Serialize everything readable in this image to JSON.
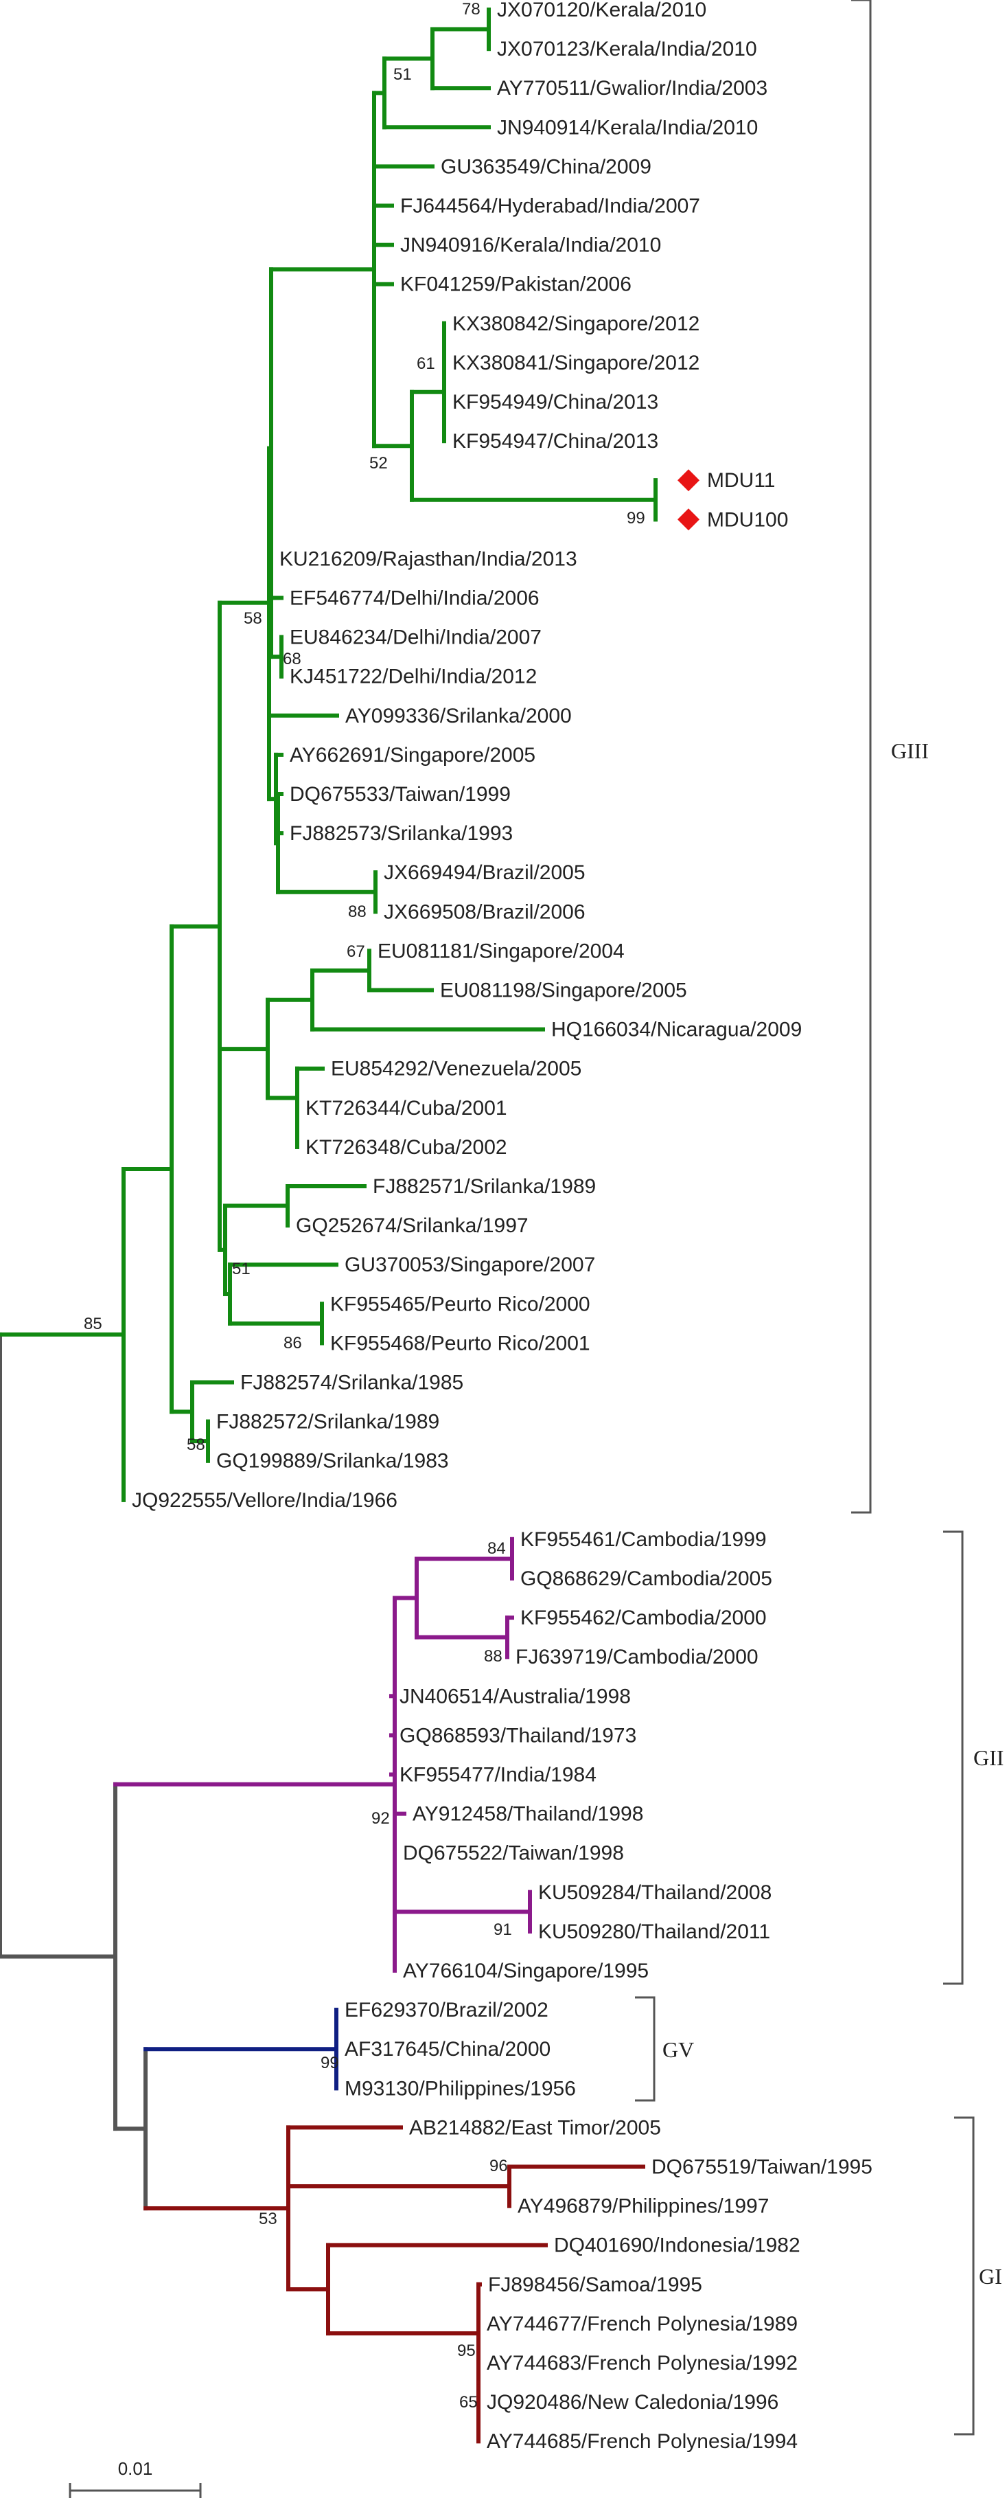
{
  "colors": {
    "GIII": "#128a12",
    "GII": "#8b1a8b",
    "GV": "#0f1f82",
    "GI": "#8b0f0f",
    "root": "#555555",
    "marker": "#e81515",
    "bracket": "#555555"
  },
  "leaves": [
    {
      "id": "l0",
      "label": "JX070120/Kerala/2010"
    },
    {
      "id": "l1",
      "label": "JX070123/Kerala/India/2010"
    },
    {
      "id": "l2",
      "label": "AY770511/Gwalior/India/2003"
    },
    {
      "id": "l3",
      "label": "JN940914/Kerala/India/2010"
    },
    {
      "id": "l4",
      "label": "GU363549/China/2009"
    },
    {
      "id": "l5",
      "label": "FJ644564/Hyderabad/India/2007"
    },
    {
      "id": "l6",
      "label": "JN940916/Kerala/India/2010"
    },
    {
      "id": "l7",
      "label": "KF041259/Pakistan/2006"
    },
    {
      "id": "l8",
      "label": "KX380842/Singapore/2012"
    },
    {
      "id": "l9",
      "label": "KX380841/Singapore/2012"
    },
    {
      "id": "l10",
      "label": "KF954949/China/2013"
    },
    {
      "id": "l11",
      "label": "KF954947/China/2013"
    },
    {
      "id": "l12",
      "label": "MDU11"
    },
    {
      "id": "l13",
      "label": "MDU100"
    },
    {
      "id": "l14",
      "label": "KU216209/Rajasthan/India/2013"
    },
    {
      "id": "l15",
      "label": "EF546774/Delhi/India/2006"
    },
    {
      "id": "l16",
      "label": "EU846234/Delhi/India/2007"
    },
    {
      "id": "l17",
      "label": "KJ451722/Delhi/India/2012"
    },
    {
      "id": "l18",
      "label": "AY099336/Srilanka/2000"
    },
    {
      "id": "l19",
      "label": "AY662691/Singapore/2005"
    },
    {
      "id": "l20",
      "label": "DQ675533/Taiwan/1999"
    },
    {
      "id": "l21",
      "label": "FJ882573/Srilanka/1993"
    },
    {
      "id": "l22",
      "label": "JX669494/Brazil/2005"
    },
    {
      "id": "l23",
      "label": "JX669508/Brazil/2006"
    },
    {
      "id": "l24",
      "label": "EU081181/Singapore/2004"
    },
    {
      "id": "l25",
      "label": "EU081198/Singapore/2005"
    },
    {
      "id": "l26",
      "label": "HQ166034/Nicaragua/2009"
    },
    {
      "id": "l27",
      "label": "EU854292/Venezuela/2005"
    },
    {
      "id": "l28",
      "label": "KT726344/Cuba/2001"
    },
    {
      "id": "l29",
      "label": "KT726348/Cuba/2002"
    },
    {
      "id": "l30",
      "label": "FJ882571/Srilanka/1989"
    },
    {
      "id": "l31",
      "label": "GQ252674/Srilanka/1997"
    },
    {
      "id": "l32",
      "label": "GU370053/Singapore/2007"
    },
    {
      "id": "l33",
      "label": "KF955465/Peurto Rico/2000"
    },
    {
      "id": "l34",
      "label": "KF955468/Peurto Rico/2001"
    },
    {
      "id": "l35",
      "label": "FJ882574/Srilanka/1985"
    },
    {
      "id": "l36",
      "label": "FJ882572/Srilanka/1989"
    },
    {
      "id": "l37",
      "label": "GQ199889/Srilanka/1983"
    },
    {
      "id": "l38",
      "label": "JQ922555/Vellore/India/1966"
    },
    {
      "id": "l39",
      "label": "KF955461/Cambodia/1999"
    },
    {
      "id": "l40",
      "label": "GQ868629/Cambodia/2005"
    },
    {
      "id": "l41",
      "label": "KF955462/Cambodia/2000"
    },
    {
      "id": "l42",
      "label": "FJ639719/Cambodia/2000"
    },
    {
      "id": "l43",
      "label": "JN406514/Australia/1998"
    },
    {
      "id": "l44",
      "label": "GQ868593/Thailand/1973"
    },
    {
      "id": "l45",
      "label": "KF955477/India/1984"
    },
    {
      "id": "l46",
      "label": "AY912458/Thailand/1998"
    },
    {
      "id": "l47",
      "label": "DQ675522/Taiwan/1998"
    },
    {
      "id": "l48",
      "label": "KU509284/Thailand/2008"
    },
    {
      "id": "l49",
      "label": "KU509280/Thailand/2011"
    },
    {
      "id": "l50",
      "label": "AY766104/Singapore/1995"
    },
    {
      "id": "l51",
      "label": "EF629370/Brazil/2002"
    },
    {
      "id": "l52",
      "label": "AF317645/China/2000"
    },
    {
      "id": "l53",
      "label": "M93130/Philippines/1956"
    },
    {
      "id": "l54",
      "label": "AB214882/East Timor/2005"
    },
    {
      "id": "l55",
      "label": "DQ675519/Taiwan/1995"
    },
    {
      "id": "l56",
      "label": "AY496879/Philippines/1997"
    },
    {
      "id": "l57",
      "label": "DQ401690/Indonesia/1982"
    },
    {
      "id": "l58",
      "label": "FJ898456/Samoa/1995"
    },
    {
      "id": "l59",
      "label": "AY744677/French Polynesia/1989"
    },
    {
      "id": "l60",
      "label": "AY744683/French Polynesia/1992"
    },
    {
      "id": "l61",
      "label": "JQ920486/New Caledonia/1996"
    },
    {
      "id": "l62",
      "label": "AY744685/French Polynesia/1994"
    }
  ],
  "bootstrap": [
    "78",
    "51",
    "61",
    "52",
    "99",
    "58",
    "68",
    "88",
    "67",
    "51",
    "86",
    "85",
    "58",
    "84",
    "88",
    "92",
    "91",
    "99",
    "96",
    "53",
    "95",
    "65"
  ],
  "genotypes": [
    {
      "id": "GIII",
      "label": "GIII"
    },
    {
      "id": "GII",
      "label": "GII"
    },
    {
      "id": "GV",
      "label": "GV"
    },
    {
      "id": "GI",
      "label": "GI"
    }
  ],
  "scale_bar": {
    "label": "0.01"
  }
}
